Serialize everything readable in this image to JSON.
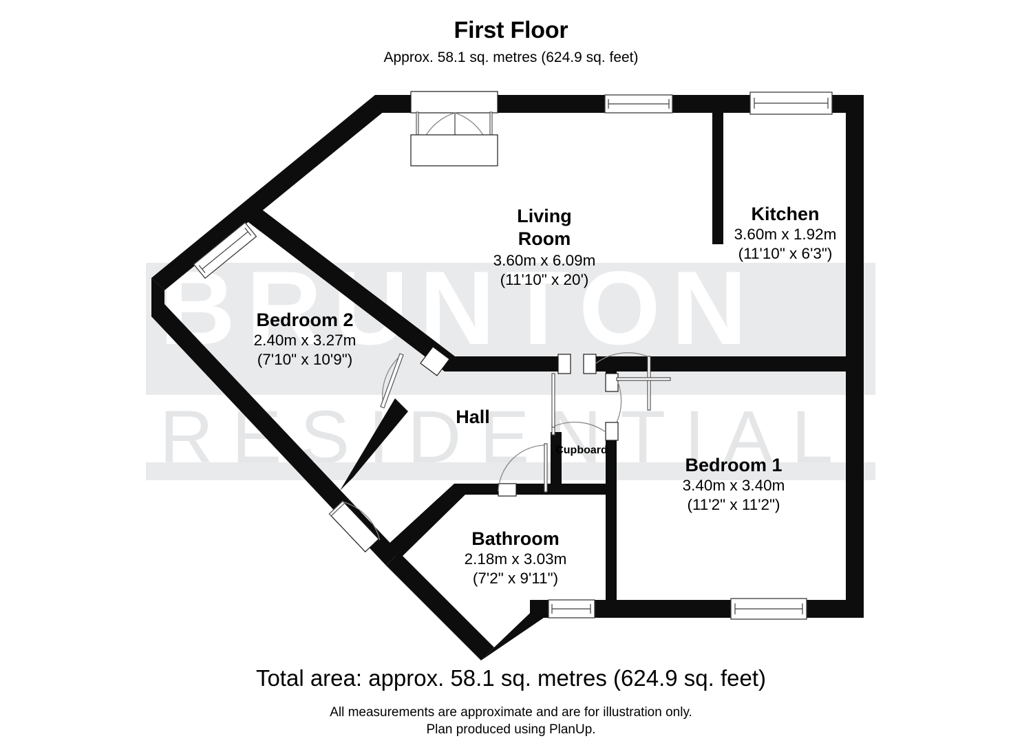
{
  "header": {
    "title": "First Floor",
    "subtitle": "Approx. 58.1 sq. metres (624.9 sq. feet)"
  },
  "footer": {
    "total_area": "Total area: approx. 58.1 sq. metres (624.9 sq. feet)",
    "note_line1": "All measurements are approximate and are for illustration only.",
    "note_line2": "Plan produced using PlanUp."
  },
  "watermark": {
    "line1": "BRUNTON",
    "line2": "RESIDENTIAL",
    "band_color": "#e9eaec",
    "knockout_color": "#ffffff"
  },
  "colors": {
    "wall": "#0d0d0d",
    "background": "#ffffff",
    "door_arc": "#888888",
    "window_stroke": "#3c3c3c"
  },
  "rooms": [
    {
      "id": "living-room",
      "name_line1": "Living",
      "name_line2": "Room",
      "metric": "3.60m x 6.09m",
      "imperial": "(11'10\" x 20')"
    },
    {
      "id": "kitchen",
      "name_line1": "Kitchen",
      "name_line2": "",
      "metric": "3.60m x 1.92m",
      "imperial": "(11'10\" x 6'3\")"
    },
    {
      "id": "bedroom-2",
      "name_line1": "Bedroom 2",
      "name_line2": "",
      "metric": "2.40m x 3.27m",
      "imperial": "(7'10\" x 10'9\")"
    },
    {
      "id": "bedroom-1",
      "name_line1": "Bedroom 1",
      "name_line2": "",
      "metric": "3.40m x 3.40m",
      "imperial": "(11'2\" x 11'2\")"
    },
    {
      "id": "bathroom",
      "name_line1": "Bathroom",
      "name_line2": "",
      "metric": "2.18m x 3.03m",
      "imperial": "(7'2\" x 9'11\")"
    }
  ],
  "hall": {
    "label": "Hall"
  },
  "cupboard": {
    "label": "Cupboard"
  }
}
